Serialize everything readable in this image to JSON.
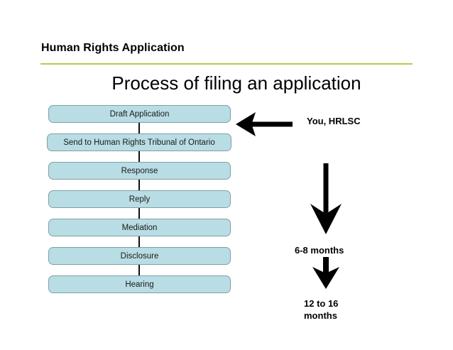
{
  "header": {
    "title": "Human Rights Application",
    "subtitle": "Process of filing an application",
    "rule_color": "#b5cc4a"
  },
  "flow": {
    "box_fill": "#b9dde4",
    "box_border": "#7f9fa6",
    "steps": [
      {
        "label": "Draft Application"
      },
      {
        "label": "Send to Human Rights Tribunal of Ontario"
      },
      {
        "label": "Response"
      },
      {
        "label": "Reply"
      },
      {
        "label": "Mediation"
      },
      {
        "label": "Disclosure"
      },
      {
        "label": "Hearing"
      }
    ]
  },
  "annotations": {
    "actor_label": "You, HRLSC",
    "duration_first": "6-8 months",
    "duration_second_line1": "12 to 16",
    "duration_second_line2": "months",
    "arrow_color": "#000000",
    "left_arrow_icon": "arrow-left-icon",
    "down_arrow_long_icon": "arrow-down-icon",
    "down_arrow_short_icon": "arrow-down-icon"
  }
}
